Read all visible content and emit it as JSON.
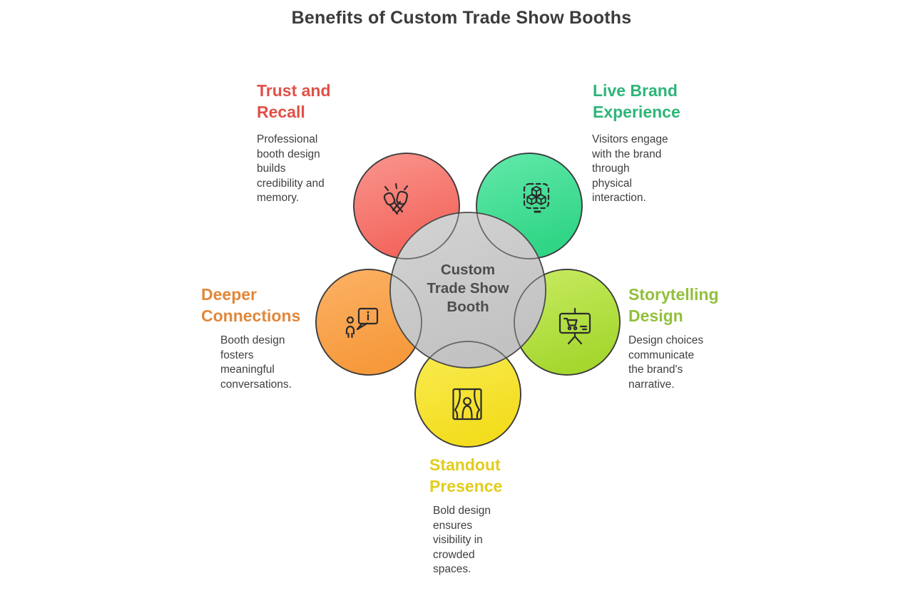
{
  "title": {
    "text": "Benefits of Custom Trade Show Booths",
    "color": "#3b3b3b"
  },
  "center": {
    "label": "Custom\nTrade Show\nBooth",
    "fill_top": "#d3d3d3",
    "fill_bottom": "#c2c2c2",
    "text_color": "#4d4d4d"
  },
  "diagram": {
    "outline_color": "#3f3f3f"
  },
  "benefits": [
    {
      "id": "trust-and-recall",
      "position": "top-left",
      "heading": "Trust and\nRecall",
      "heading_color": "#df5148",
      "description": "Professional\nbooth design\nbuilds\ncredibility and\nmemory.",
      "icon": "fist-bump-icon",
      "circle_fill": [
        "#f9968e",
        "#f3655c"
      ]
    },
    {
      "id": "live-brand-experience",
      "position": "top-right",
      "heading": "Live Brand\nExperience",
      "heading_color": "#2db577",
      "description": "Visitors engage\nwith the brand\nthrough\nphysical\ninteraction.",
      "icon": "cubes-icon",
      "circle_fill": [
        "#63e9ab",
        "#30d585"
      ]
    },
    {
      "id": "deeper-connections",
      "position": "left",
      "heading": "Deeper\nConnections",
      "heading_color": "#e0883b",
      "description": "Booth design\nfosters\nmeaningful\nconversations.",
      "icon": "person-info-bubble-icon",
      "circle_fill": [
        "#fcb266",
        "#f6993b"
      ]
    },
    {
      "id": "storytelling-design",
      "position": "right",
      "heading": "Storytelling\nDesign",
      "heading_color": "#92c03c",
      "description": "Design choices\ncommunicate\nthe brand's\nnarrative.",
      "icon": "presentation-easel-icon",
      "circle_fill": [
        "#c8ec62",
        "#a5d72f"
      ]
    },
    {
      "id": "standout-presence",
      "position": "bottom",
      "heading": "Standout\nPresence",
      "heading_color": "#e2cd1c",
      "description": "Bold design\nensures\nvisibility in\ncrowded\nspaces.",
      "icon": "stage-curtains-icon",
      "circle_fill": [
        "#f9ec55",
        "#f3dd1e"
      ]
    }
  ]
}
